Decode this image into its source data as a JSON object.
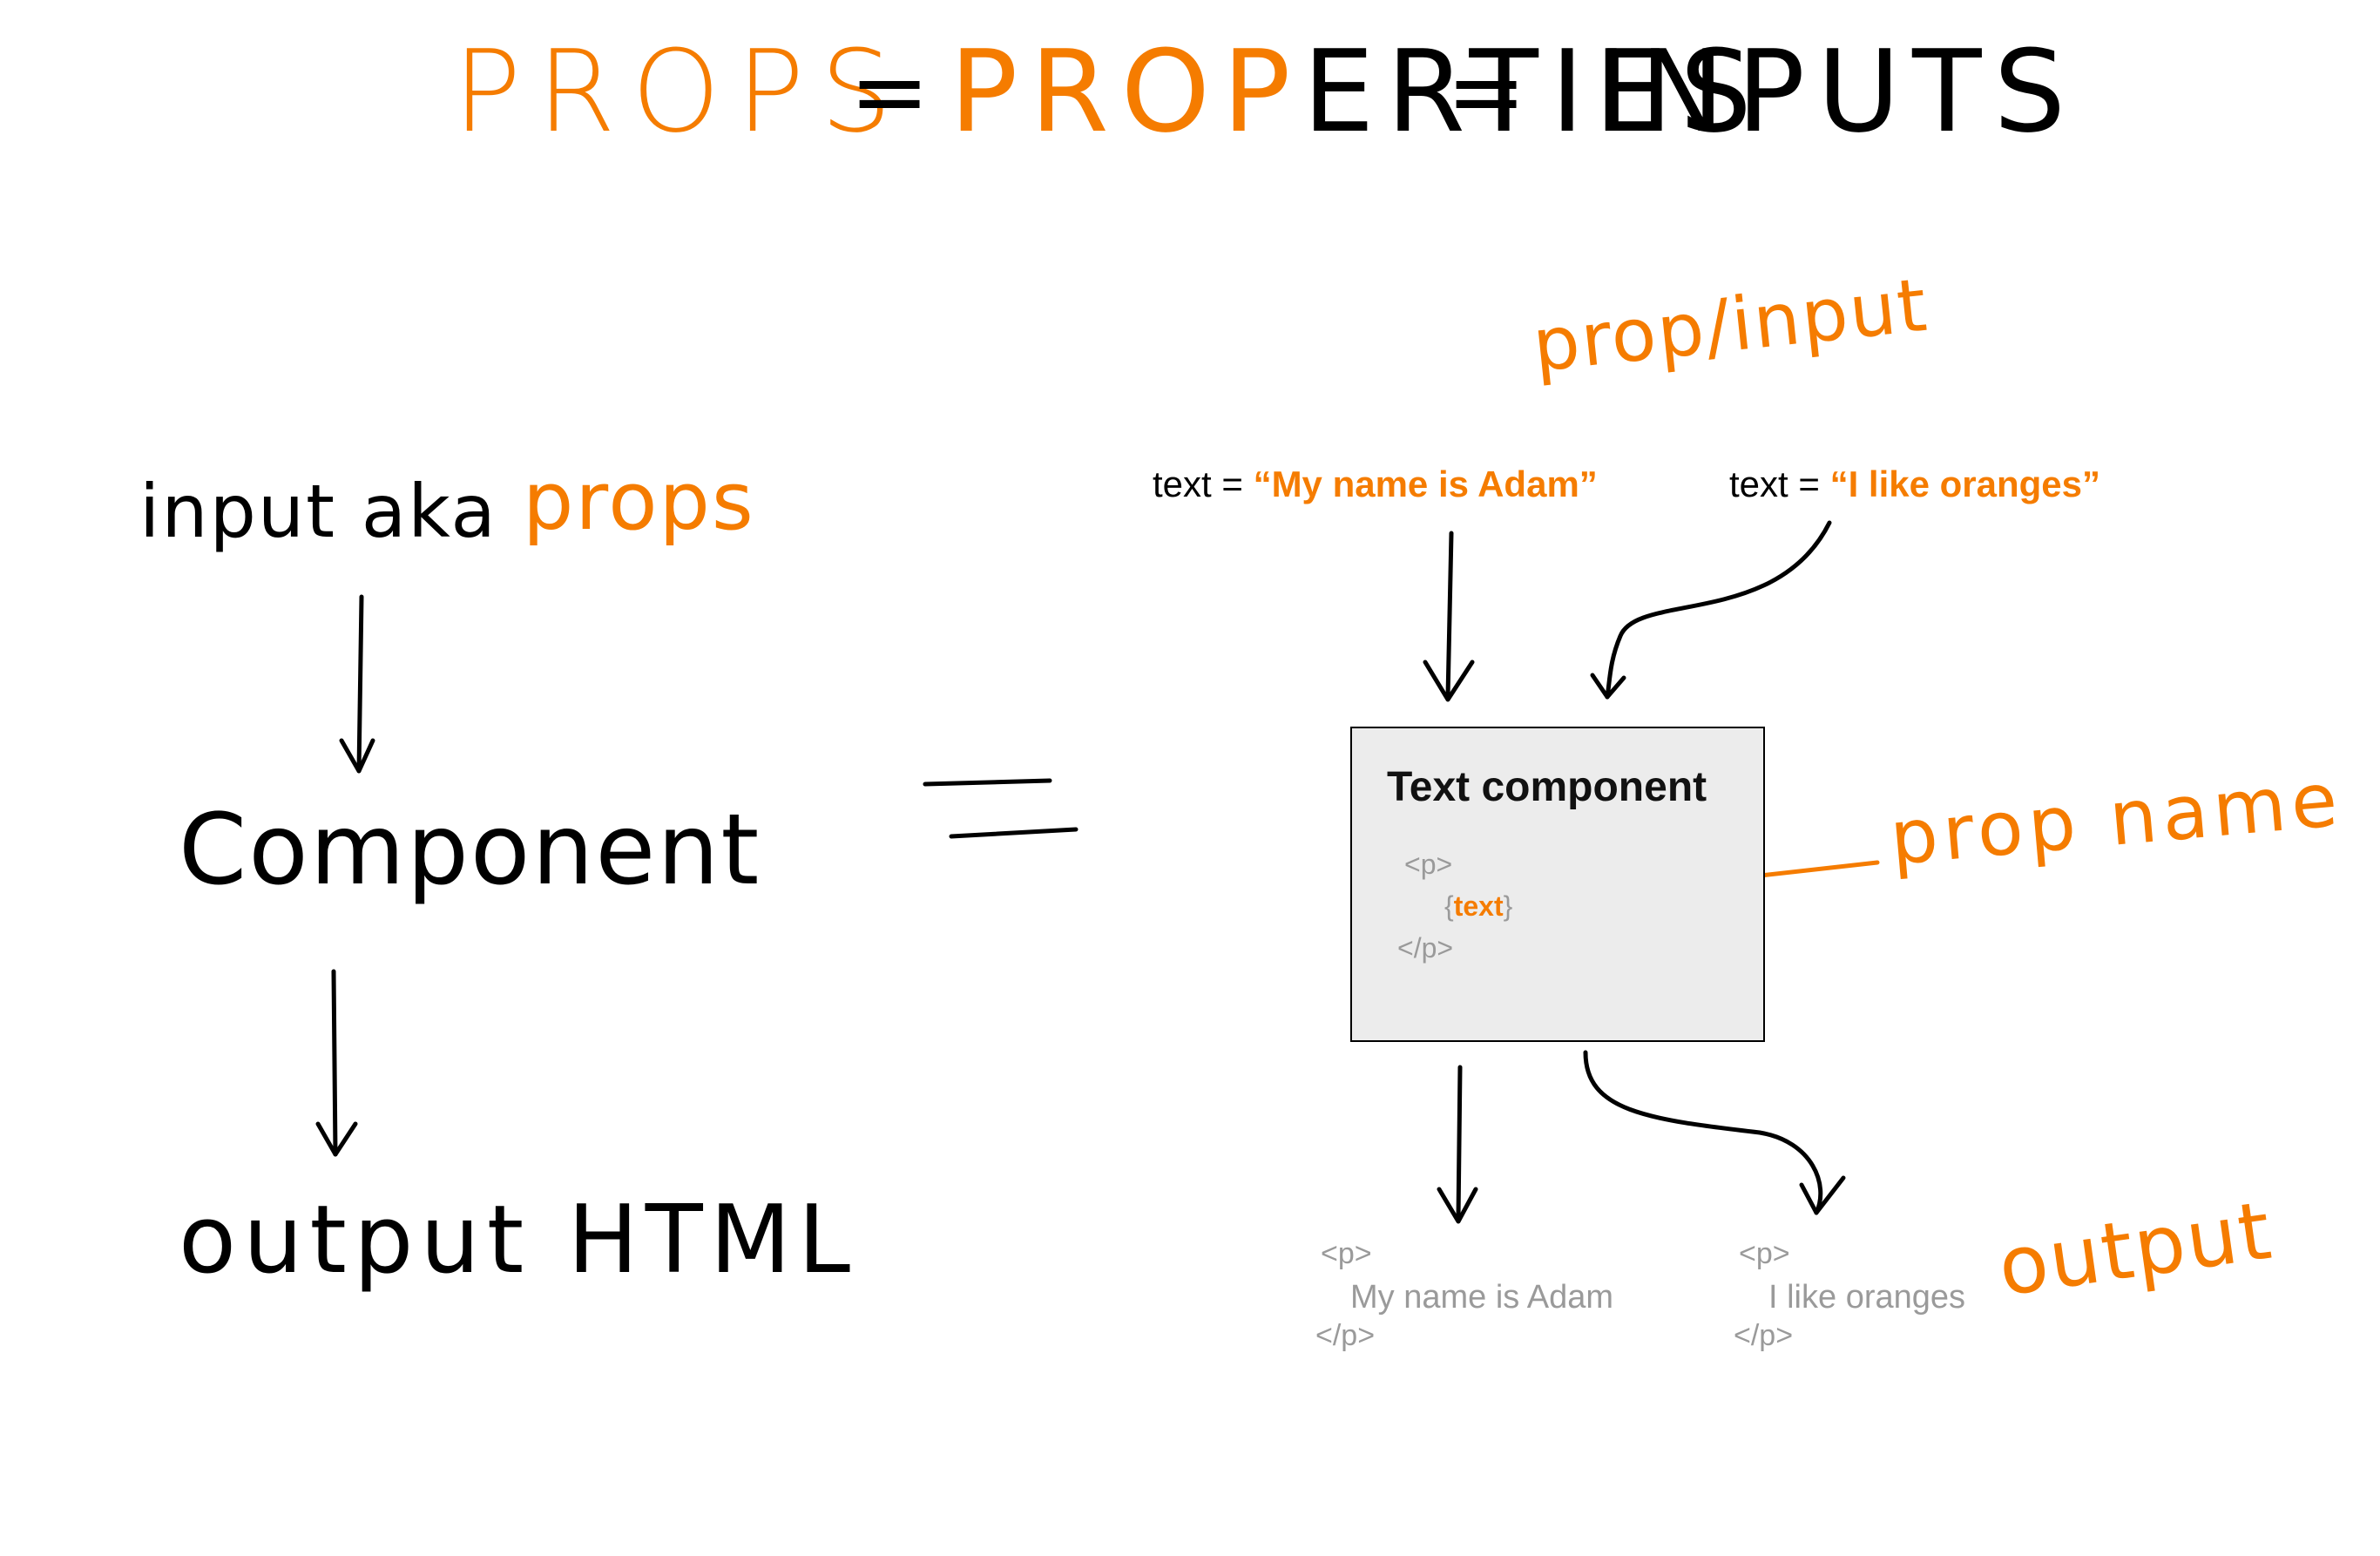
{
  "title": {
    "props": "PROPS",
    "eq1": "=",
    "properties_orange": "PROP",
    "properties_black": "ERTIES",
    "eq2": "=",
    "inputs": "INPUTS"
  },
  "left_flow": {
    "input_aka": "input aka",
    "props": "props",
    "component": "Component",
    "output_html": "output HTML"
  },
  "middle_equals": "=",
  "right": {
    "prop_input_label": "prop/input",
    "input1": {
      "key": "text = ",
      "value": "“My name is Adam”"
    },
    "input2": {
      "key": "text = ",
      "value": "“I like oranges”"
    },
    "box_title": "Text component",
    "code_open": "<p>",
    "code_brace_open": "{",
    "code_prop": "text",
    "code_brace_close": "}",
    "code_close": "</p>",
    "prop_name_label": "prop name",
    "output1": {
      "open": "<p>",
      "text": "My name is Adam",
      "close": "</p>"
    },
    "output2": {
      "open": "<p>",
      "text": "I like oranges",
      "close": "</p>"
    },
    "output_label": "output"
  },
  "colors": {
    "accent": "#F57C00",
    "ink": "#000000",
    "code_gray": "#9a9a9a",
    "box_fill": "#ececec"
  }
}
